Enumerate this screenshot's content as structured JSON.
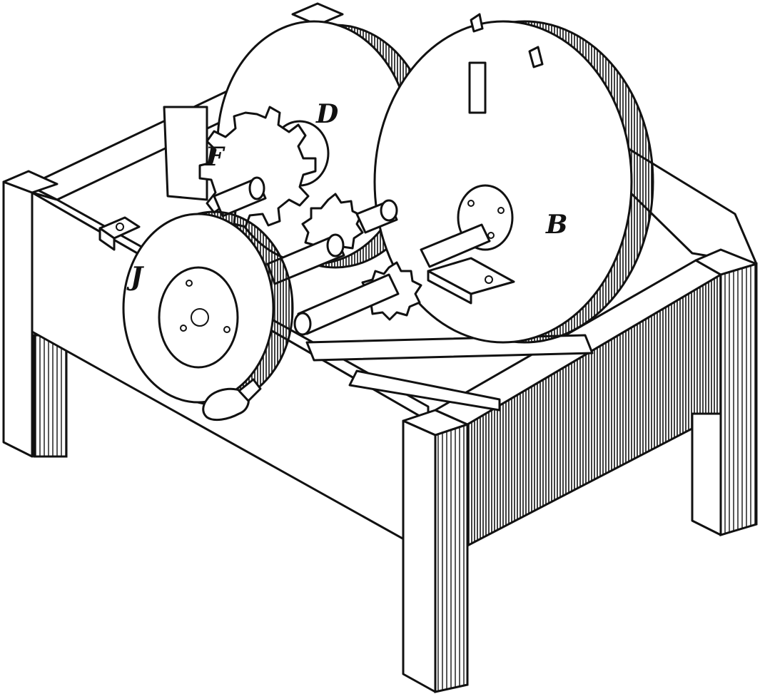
{
  "diagram": {
    "labels": {
      "D": "D",
      "F": "F",
      "J": "J",
      "B": "B"
    },
    "colors": {
      "ink": "#111111",
      "paper": "#ffffff"
    }
  }
}
